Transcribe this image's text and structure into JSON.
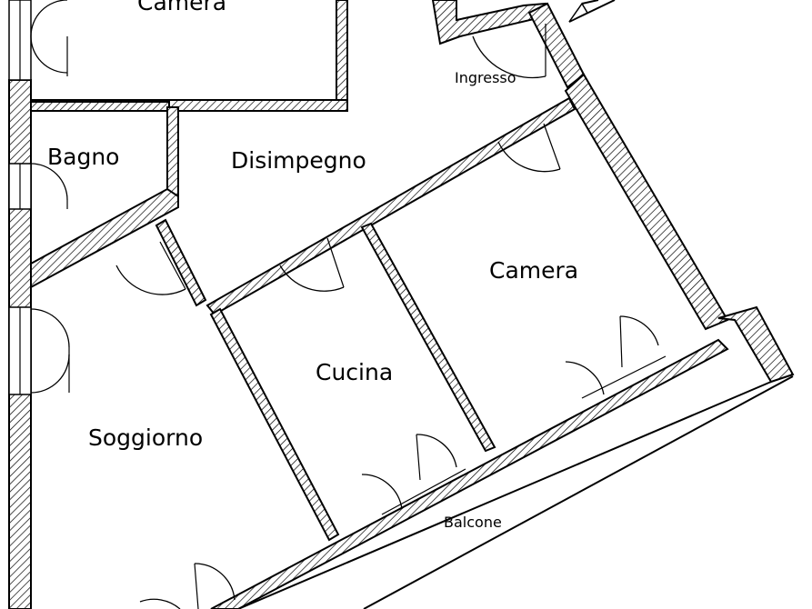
{
  "plan": {
    "rooms": {
      "camera_top": "Camera",
      "ingresso": "Ingresso",
      "bagno": "Bagno",
      "disimpegno": "Disimpegno",
      "camera": "Camera",
      "cucina": "Cucina",
      "soggiorno": "Soggiorno",
      "balcone": "Balcone"
    },
    "north_arrow_icon": "north-arrow-icon"
  }
}
